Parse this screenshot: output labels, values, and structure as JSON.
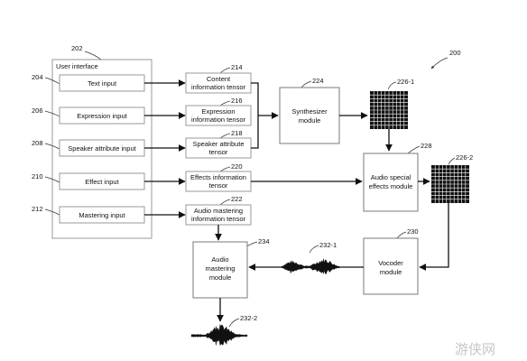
{
  "figure_ref": "200",
  "ui": {
    "ref": "202",
    "title": "User interface",
    "inputs": [
      {
        "ref": "204",
        "label": "Text input"
      },
      {
        "ref": "206",
        "label": "Expression input"
      },
      {
        "ref": "208",
        "label": "Speaker attribute input"
      },
      {
        "ref": "210",
        "label": "Effect input"
      },
      {
        "ref": "212",
        "label": "Mastering input"
      }
    ]
  },
  "tensors": [
    {
      "ref": "214",
      "line1": "Content",
      "line2": "information tensor"
    },
    {
      "ref": "216",
      "line1": "Expression",
      "line2": "information tensor"
    },
    {
      "ref": "218",
      "line1": "Speaker attribute",
      "line2": "tensor"
    },
    {
      "ref": "220",
      "line1": "Effects information",
      "line2": "tensor"
    },
    {
      "ref": "222",
      "line1": "Audio mastering",
      "line2": "information tensor"
    }
  ],
  "synthesizer": {
    "ref": "224",
    "line1": "Synthesizer",
    "line2": "module"
  },
  "spectrogram1": {
    "ref": "226-1"
  },
  "effects": {
    "ref": "228",
    "line1": "Audio special",
    "line2": "effects module"
  },
  "spectrogram2": {
    "ref": "226-2"
  },
  "vocoder": {
    "ref": "230",
    "line1": "Vocoder",
    "line2": "module"
  },
  "waveform1": {
    "ref": "232-1"
  },
  "mastering": {
    "ref": "234",
    "line1": "Audio",
    "line2": "mastering",
    "line3": "module"
  },
  "waveform2": {
    "ref": "232-2"
  },
  "watermark": {
    "text": "游侠网"
  }
}
